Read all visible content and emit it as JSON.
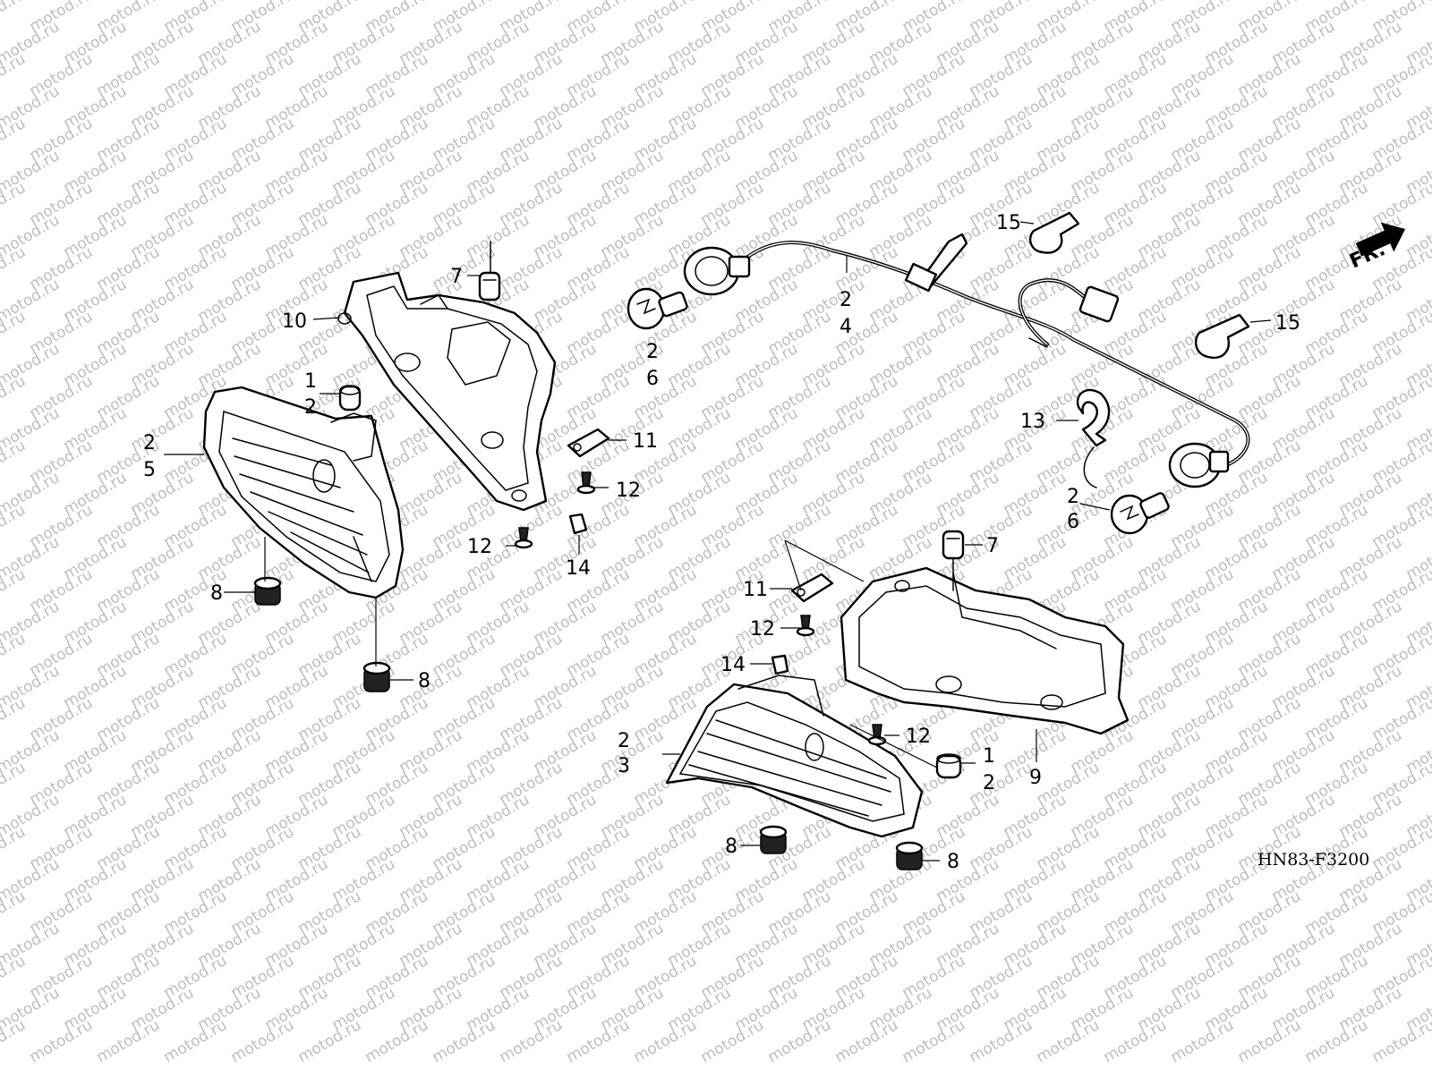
{
  "watermark_text": "motod.ru",
  "drawing_code": "HN83-F3200",
  "direction_marker": {
    "label": "FR.",
    "icon": "front-arrow-icon"
  },
  "callouts": {
    "left_1": "1",
    "left_2": "2",
    "lamp_l_a": "2",
    "lamp_l_b": "5",
    "nut7_top": "7",
    "case10": "10",
    "bulb_l_a": "2",
    "bulb_l_b": "6",
    "harness_a": "2",
    "harness_b": "4",
    "clip15_top": "15",
    "clip15_right": "15",
    "clip13": "13",
    "bulb_r_a": "2",
    "bulb_r_b": "6",
    "clip11_l": "11",
    "screw12_l_a": "12",
    "screw12_l_b": "12",
    "nut14_l": "14",
    "grom8_l_a": "8",
    "grom8_l_b": "8",
    "nut7_r": "7",
    "clip11_r": "11",
    "screw12_r_a": "12",
    "nut14_r": "14",
    "lamp_r_a": "2",
    "lamp_r_b": "3",
    "screw12_r_b": "12",
    "right_1": "1",
    "right_2": "2",
    "case9": "9",
    "grom8_r_a": "8",
    "grom8_r_b": "8"
  }
}
